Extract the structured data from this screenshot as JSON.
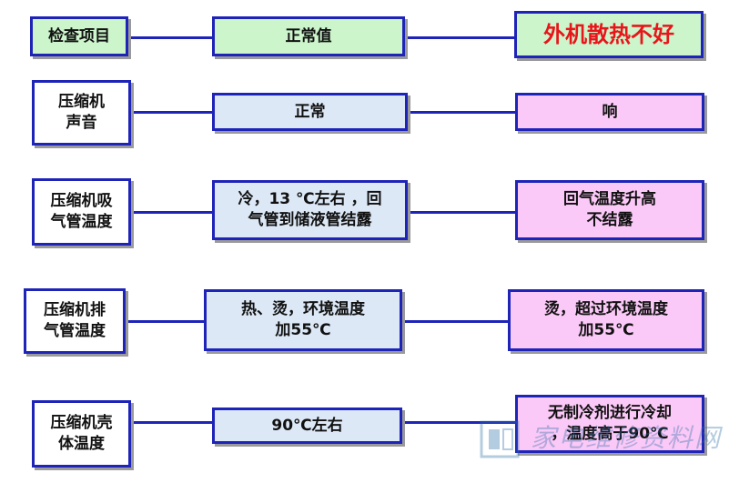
{
  "header": {
    "label": "检查项目",
    "normal": "正常值",
    "fault": "外机散热不好"
  },
  "rows": [
    {
      "item": "压缩机\n声音",
      "normal": "正常",
      "fault": "响"
    },
    {
      "item": "压缩机吸\n气管温度",
      "normal": "冷，13 ℃左右 ，回\n气管到储液管结露",
      "fault": "回气温度升高\n不结露"
    },
    {
      "item": "压缩机排\n气管温度",
      "normal": "热、烫，环境温度\n加55℃",
      "fault": "烫，超过环境温度\n加55℃"
    },
    {
      "item": "压缩机壳\n体温度",
      "normal": "90℃左右",
      "fault": "无制冷剂进行冷却\n，温度高于90℃"
    }
  ],
  "colors": {
    "border": "#1f24b8",
    "green": "#ccf5cc",
    "blue": "#dce8f6",
    "pink": "#fbc9f7",
    "accent_red": "#e8151a"
  },
  "watermark": {
    "text": "家电维修资料网"
  }
}
